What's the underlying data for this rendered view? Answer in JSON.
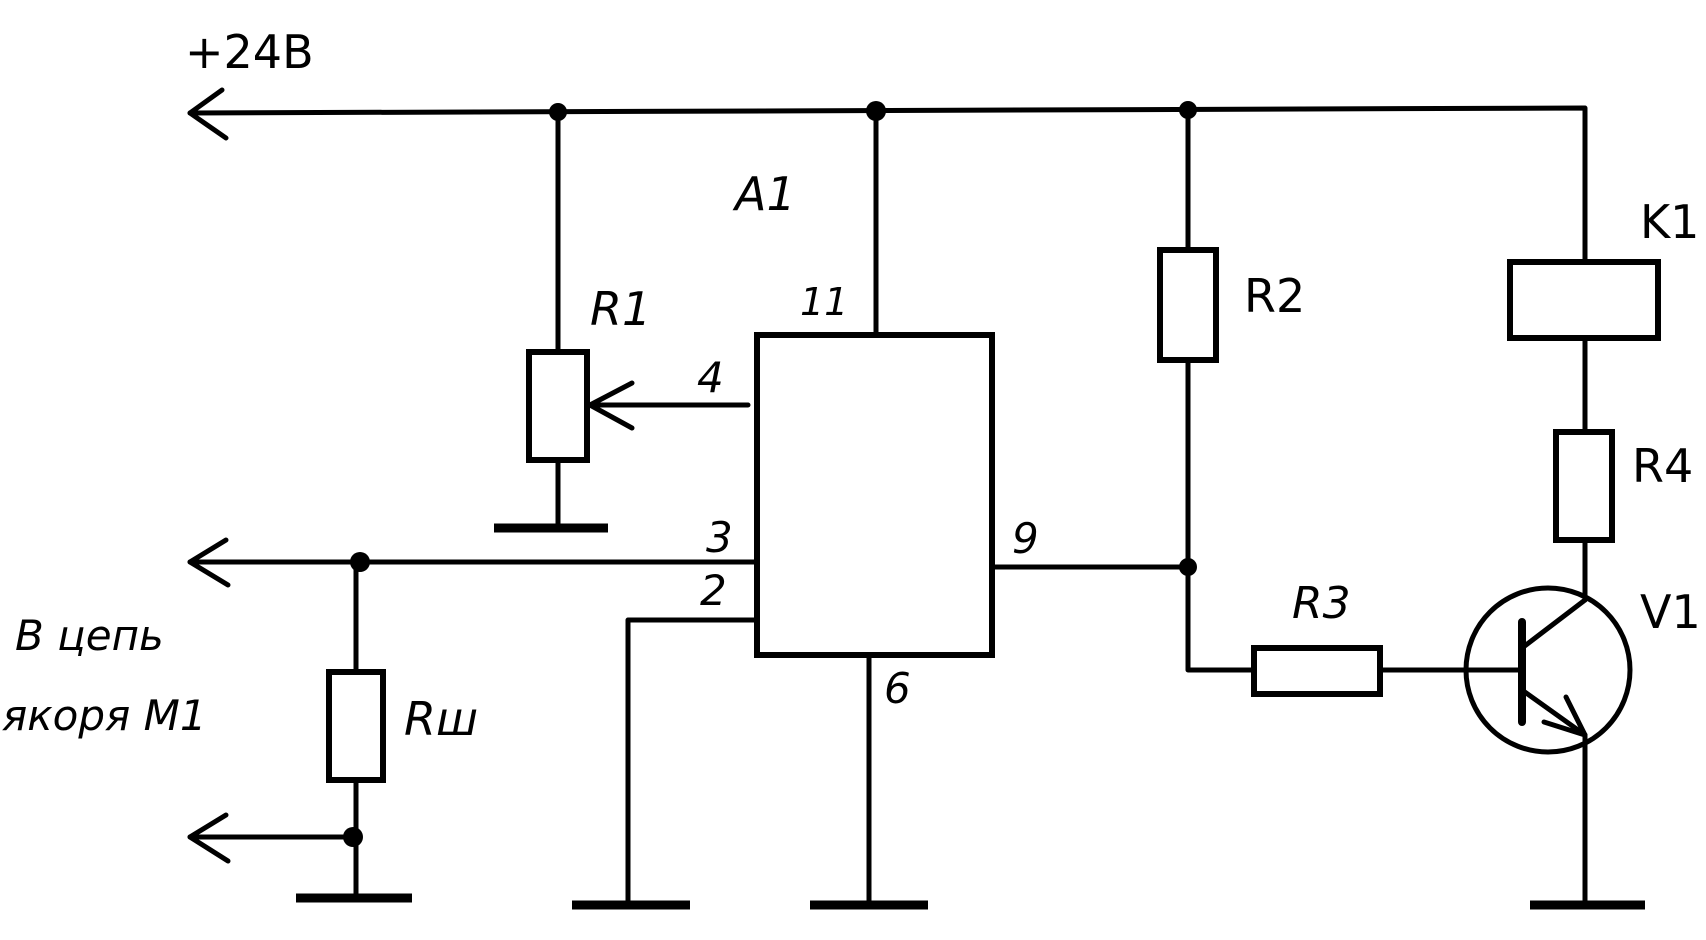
{
  "diagram": {
    "supply_label": "+24В",
    "ic_label": "A1",
    "components": {
      "r1": "R1",
      "r2": "R2",
      "r3": "R3",
      "r4": "R4",
      "k1": "K1",
      "v1": "V1",
      "rsh": "Rш"
    },
    "pins": {
      "p11": "11",
      "p4": "4",
      "p3": "3",
      "p2": "2",
      "p9": "9",
      "p6": "6"
    },
    "note_line1": "В цепь",
    "note_line2": "якоря М1"
  }
}
